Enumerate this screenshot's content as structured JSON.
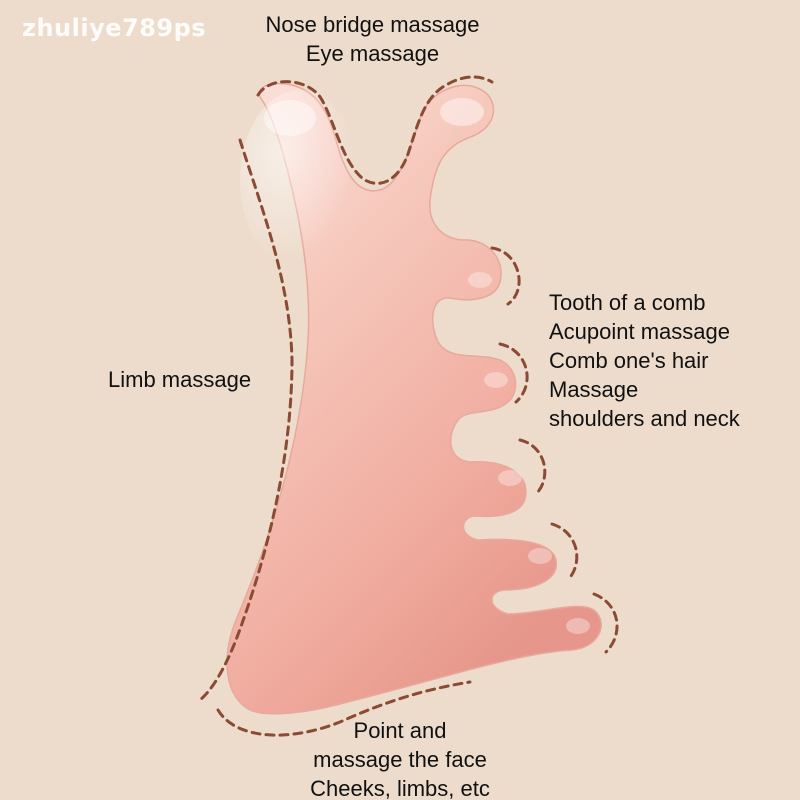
{
  "watermark": "zhuliye789ps",
  "labels": {
    "top": [
      "Nose bridge massage",
      "Eye massage"
    ],
    "right": [
      "Tooth of a comb",
      "Acupoint massage",
      "Comb one's hair",
      "Massage",
      "shoulders and neck"
    ],
    "left": [
      "Limb massage"
    ],
    "bottom": [
      "Point and",
      "massage the face",
      "Cheeks, limbs, etc"
    ]
  },
  "colors": {
    "background": "#eddccc",
    "dashed_outline": "#8a4a33",
    "stone_light": "#f7d3c8",
    "stone_mid": "#f0ada0",
    "stone_dark": "#e08f82",
    "text": "#111111",
    "watermark": "#ffffff"
  }
}
